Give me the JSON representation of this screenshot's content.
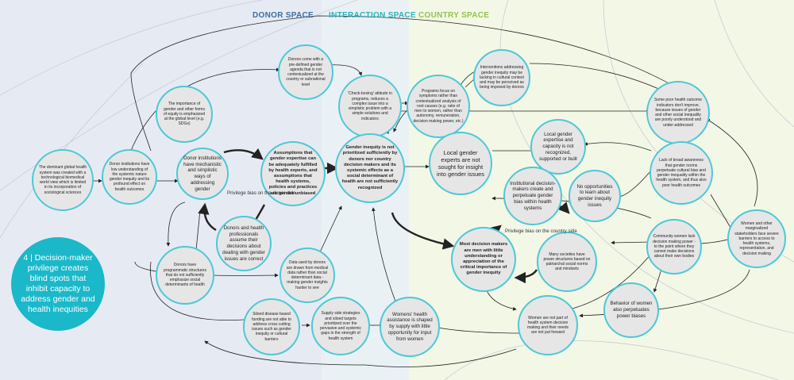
{
  "headers": {
    "donor": "DONOR SPACE",
    "interaction": "INTERACTION SPACE",
    "country": "COUNTRY SPACE"
  },
  "callout": "4 | Decision-maker privilege creates blind spots that inhibit capacity to address gender and health inequities",
  "labels": {
    "privilege_donor": "Privilege bias on the donor side",
    "privilege_country": "Privilege bias on the country side"
  },
  "nodes": {
    "global_system": "The dominant global health system was created with a technological biomedical world view which is limited in its incorporation of sociological sciences",
    "donor_low_understanding": "Donor institutions have low understanding of the systemic nature gender inequity and its profound effect on health outcomes",
    "importance_equity": "The importance of gender and other forms of equity is emphasized at the global level (e.g. SDGs)",
    "predefined_agenda": "Donors come with a pre-defined gender agenda that is not contextualized at the country or subnational level",
    "check_boxing": "'Check-boxing' attitude in programs, reduces a complex issue into a simplistic problem with a simple solutions and indicators",
    "programs_symptoms": "Programs focus on symptoms rather than contextualized analysis of root causes (e.g. ratio of men to women, rather than autonomy, remuneration, decision making power, etc.)",
    "interventions_lacking": "Interventions addressing gender inequity may be lacking in cultural context and may be perceived as being imposed by donors",
    "poor_outcomes": "Some poor health outcome indicators don't improve, because issues of gender and other social inequality are poorly understood and under-addressed",
    "donor_mechanistic": "Donor institutions have mechanistic and simplistic ways of addressing gender",
    "assumptions": "Assumptions that gender expertise can be adequately fulfilled by health experts, and assumptions that health systems, policies and practices are gender unbiased",
    "gender_inequity_not_prioritized": "Gender inequity is not prioritized sufficiently by donors nor country decision makers and its systemic effects as a social determinant of health are not sufficiently recognized",
    "local_experts": "Local gender experts are not sought for insight into gender issues",
    "local_expertise": "Local gender expertise and capacity is not recognized, supported or built",
    "lack_awareness": "Lack of broad awareness that gender norms perpetuate cultural bias and gender inequality within the health system, and thus also poor health outcomes",
    "donors_health_professionals": "Donors and health professionals assume their decisions about dealing with gender issues are correct",
    "institutional_dm": "Institutional decision-makers create and perpetuate gender bias within health systems",
    "no_opportunities": "No opportunities to learn about gender inequity issues",
    "donors_programmatic": "Donors have programmatic structures that do not sufficiently emphasize social determinants of health",
    "data_used": "Data used by donors are drawn from medical data rather than social determinant data - making gender insights harder to see",
    "most_dm_men": "Most decision makers are men with little understanding or appreciation of the critical importance of gender inequity",
    "societies_patriarchal": "Many societies have power structures based on patriarchal social norms and mindsets",
    "community_women": "Community women lack decision making power - to the point where they cannot make decisions about their own bodies",
    "marginalized": "Women and other marginalized stakeholders face severe barriers to access to health systems, representation, and decision making",
    "siloed_funding": "Siloed disease based funding are not able to address cross cutting issues such as gender inequity or cultural barriers",
    "supply_side": "Supply side strategies and siloed targets prioritized over the pervasive and systemic gaps in the strength of health system",
    "womens_assistance": "Womens' health assistance is shaped by supply with little opportunity for input from women",
    "women_not_part": "Women are not part of health system decision making and their needs are not put forward",
    "behavior_women": "Behavior of women also perpetuates power biases"
  },
  "colors": {
    "node_border": "#4cc8d6",
    "node_fill": "#e6e6e6",
    "callout": "#1ab8c9",
    "donor_band": "#e6ebf3",
    "country_band": "#f3f7e6"
  }
}
